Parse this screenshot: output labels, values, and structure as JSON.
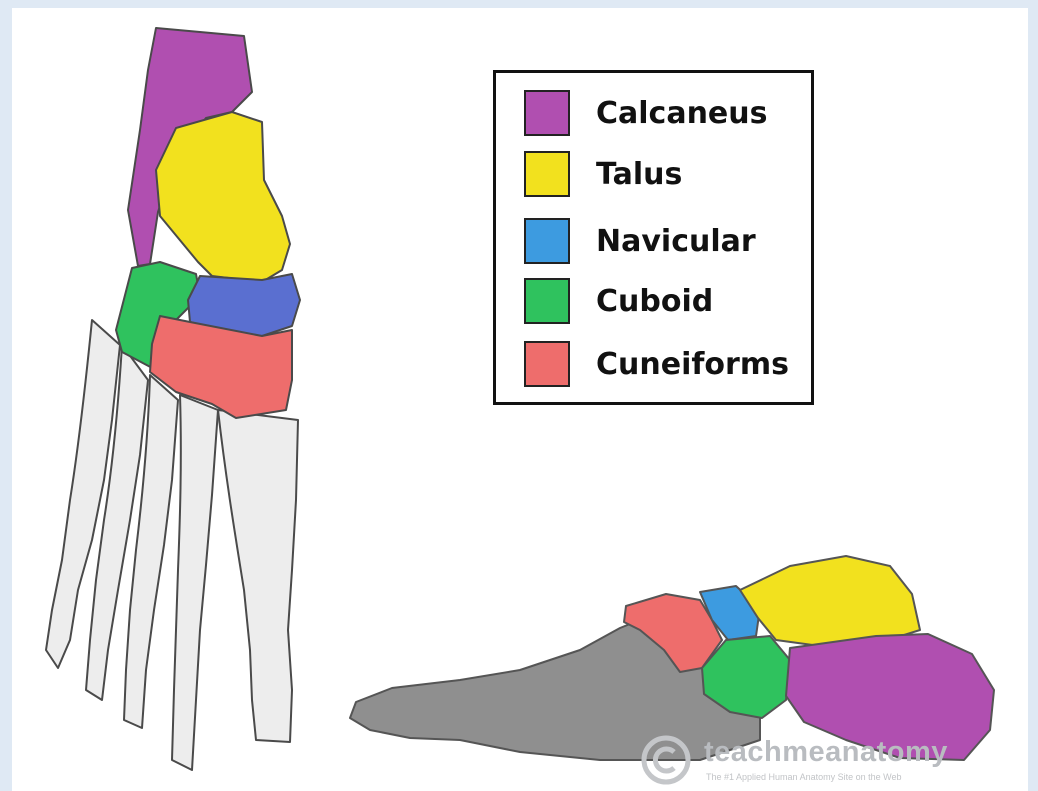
{
  "legend": {
    "items": [
      {
        "label": "Calcaneus",
        "color": "#b04fb0"
      },
      {
        "label": "Talus",
        "color": "#f2e11e"
      },
      {
        "label": "Navicular",
        "color": "#3d9be0"
      },
      {
        "label": "Cuboid",
        "color": "#2fc25e"
      },
      {
        "label": "Cuneiforms",
        "color": "#ee6d6c"
      }
    ]
  },
  "watermark": {
    "brand": "teachmeanatomy",
    "tagline": "The #1 Applied Human Anatomy Site on the Web"
  },
  "colors": {
    "bone": "#ededed",
    "bone_outline": "#4a4a4a",
    "lateral_bone": "#8f8f8f"
  }
}
